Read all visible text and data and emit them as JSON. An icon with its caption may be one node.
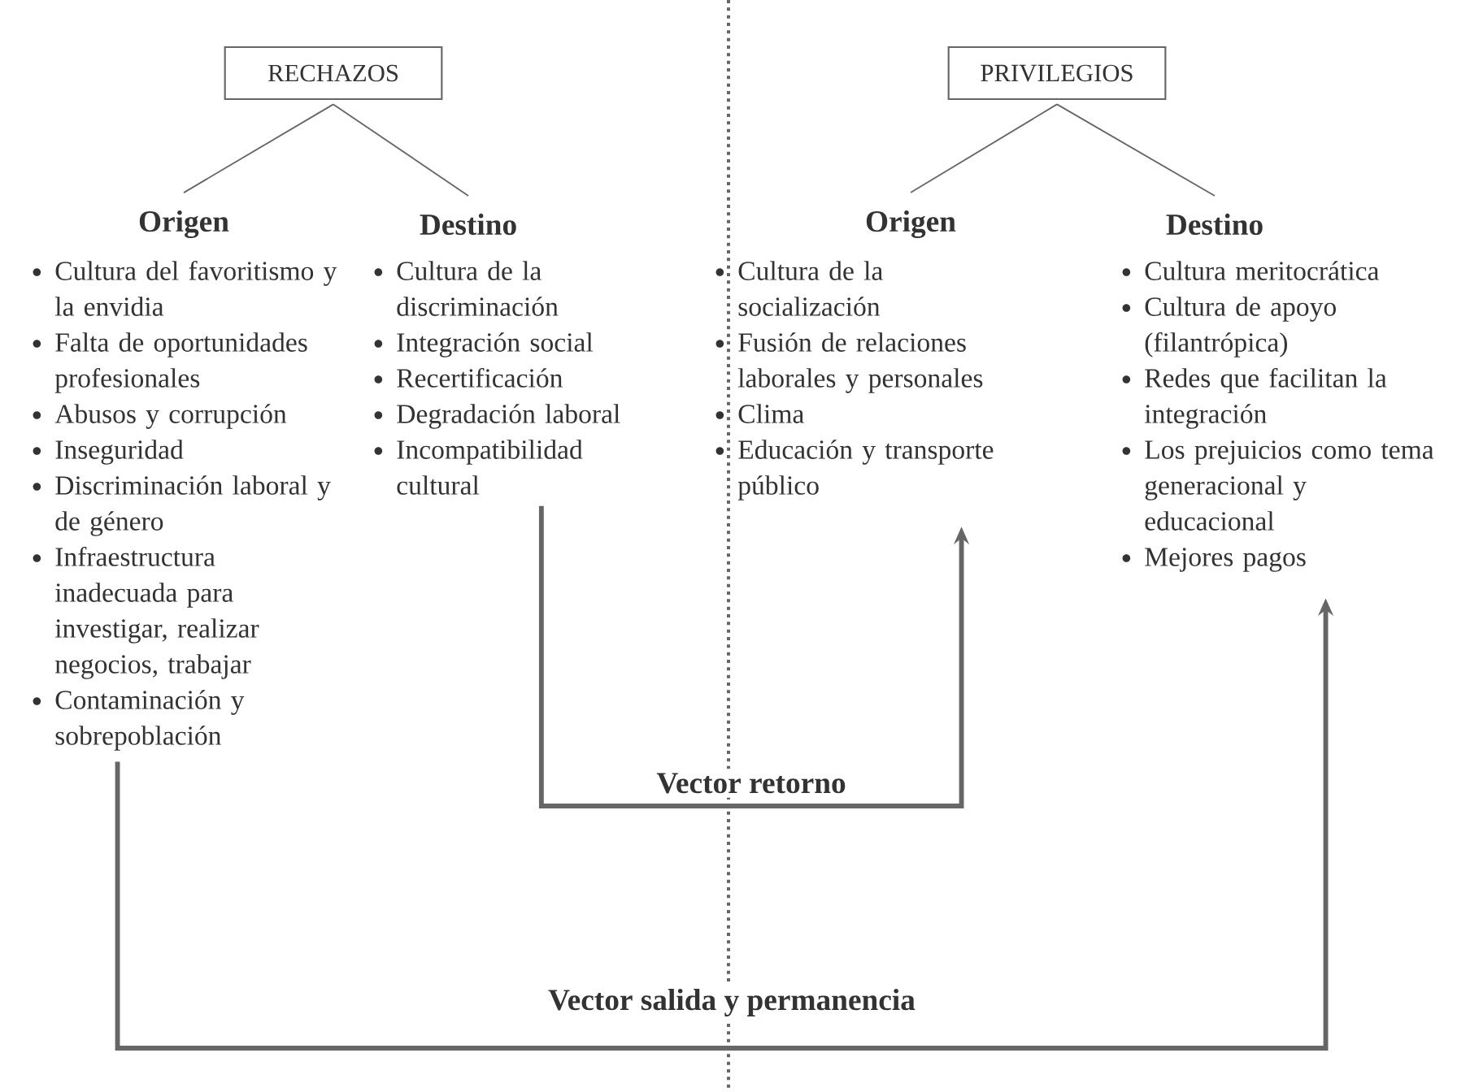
{
  "diagram": {
    "nodes": [
      {
        "text": [
          "RECHAZOS"
        ]
      },
      {
        "text": [
          "PRIVILEGIOS"
        ]
      },
      {
        "text": [
          "Origen"
        ]
      },
      {
        "text": [
          "Destino"
        ]
      },
      {
        "text": [
          "Origen"
        ]
      },
      {
        "text": [
          "Destino"
        ]
      },
      {
        "text": [
          "Cultura del favoritismo y la envidia",
          "Falta de oportunidades profesionales",
          "Abusos y corrupción",
          "Inseguridad",
          "Discriminación laboral y de género",
          "Infraestructura inadecuada para investigar, realizar negocios, trabajar",
          "Contaminación y sobrepoblación"
        ]
      },
      {
        "text": [
          "Cultura de la discriminación",
          "Integración social",
          "Recertificación",
          "Degradación laboral",
          "Incompatibilidad cultural"
        ]
      },
      {
        "text": [
          "Cultura de la socialización",
          "Fusión de relaciones laborales y personales",
          "Clima",
          "Educación y transporte público"
        ]
      },
      {
        "text": [
          "Cultura meritocrática",
          "Cultura de apoyo (filantrópica)",
          "Redes que facilitan la integración",
          "Los prejuicios como tema generacional y educacional",
          "Mejores pagos"
        ]
      }
    ],
    "edges": [
      {
        "from": 0,
        "to": 2,
        "arrow": "none"
      },
      {
        "from": 0,
        "to": 3,
        "arrow": "none"
      },
      {
        "from": 1,
        "to": 4,
        "arrow": "none"
      },
      {
        "from": 1,
        "to": 5,
        "arrow": "none"
      },
      {
        "from": 7,
        "to": 8,
        "arrow": "to",
        "label": "Vector retorno",
        "style": "thick"
      },
      {
        "from": 6,
        "to": 9,
        "arrow": "to",
        "label": "Vector salida y permanencia",
        "style": "thick"
      }
    ]
  }
}
